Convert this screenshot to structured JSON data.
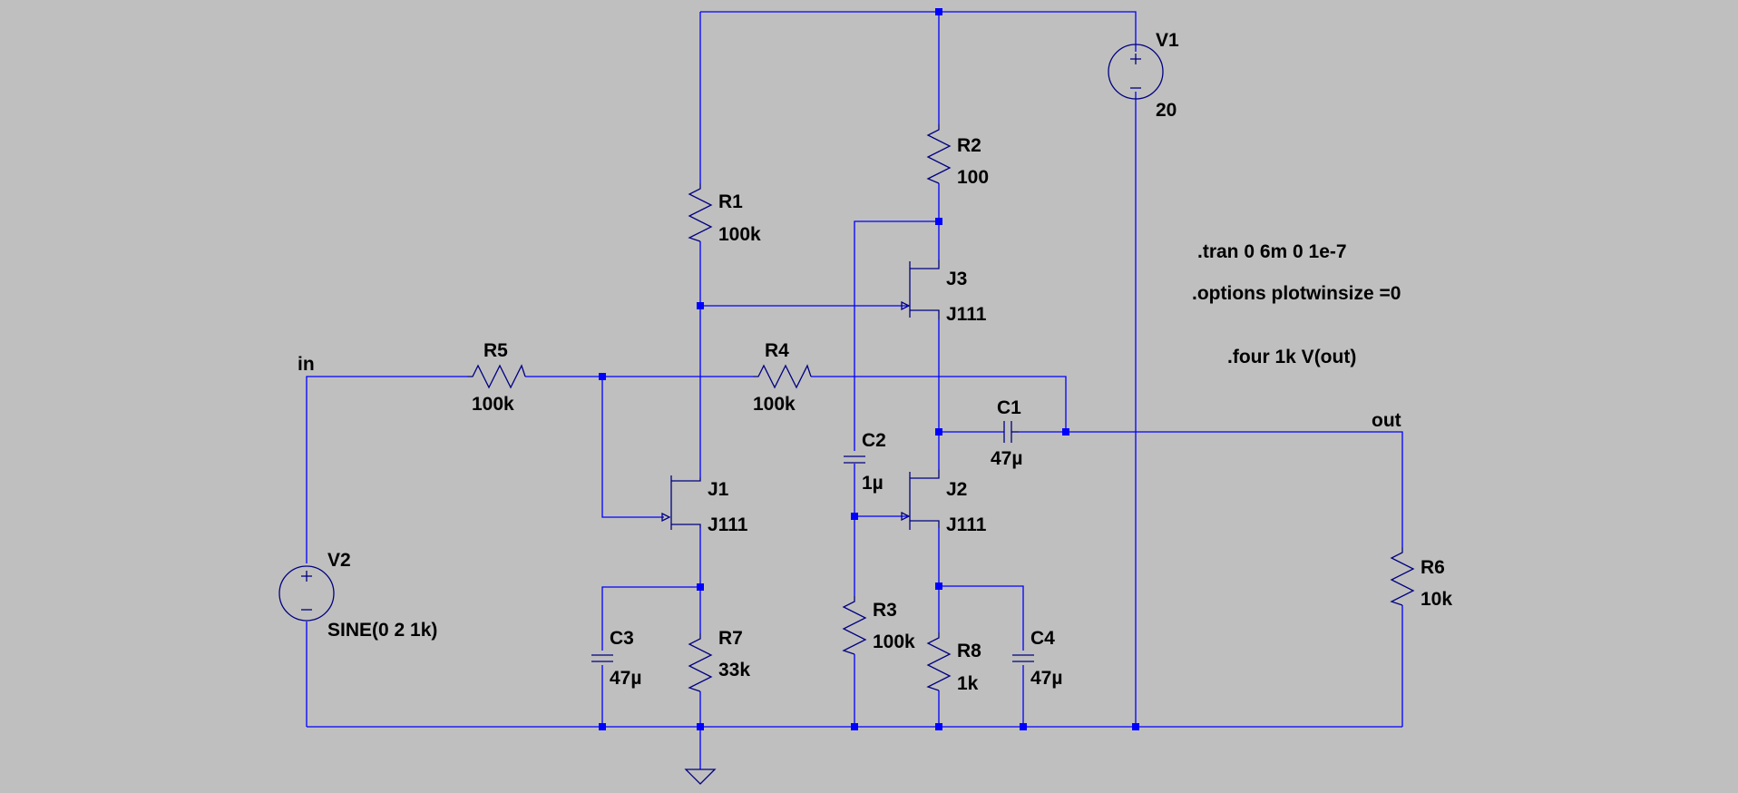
{
  "schematic": {
    "components": {
      "V1": {
        "name": "V1",
        "value": "20"
      },
      "V2": {
        "name": "V2",
        "value": "SINE(0 2 1k)"
      },
      "R1": {
        "name": "R1",
        "value": "100k"
      },
      "R2": {
        "name": "R2",
        "value": "100"
      },
      "R3": {
        "name": "R3",
        "value": "100k"
      },
      "R4": {
        "name": "R4",
        "value": "100k"
      },
      "R5": {
        "name": "R5",
        "value": "100k"
      },
      "R6": {
        "name": "R6",
        "value": "10k"
      },
      "R7": {
        "name": "R7",
        "value": "33k"
      },
      "R8": {
        "name": "R8",
        "value": "1k"
      },
      "C1": {
        "name": "C1",
        "value": "47µ"
      },
      "C2": {
        "name": "C2",
        "value": "1µ"
      },
      "C3": {
        "name": "C3",
        "value": "47µ"
      },
      "C4": {
        "name": "C4",
        "value": "47µ"
      },
      "J1": {
        "name": "J1",
        "value": "J111"
      },
      "J2": {
        "name": "J2",
        "value": "J111"
      },
      "J3": {
        "name": "J3",
        "value": "J111"
      }
    },
    "nets": {
      "in": "in",
      "out": "out"
    },
    "directives": {
      "tran": ".tran 0 6m 0 1e-7",
      "options": ".options plotwinsize =0",
      "four": ".four 1k V(out)"
    },
    "colors": {
      "background": "#bfbfbf",
      "wire": "#0000ff",
      "symbol": "#000080",
      "text": "#000000"
    }
  }
}
